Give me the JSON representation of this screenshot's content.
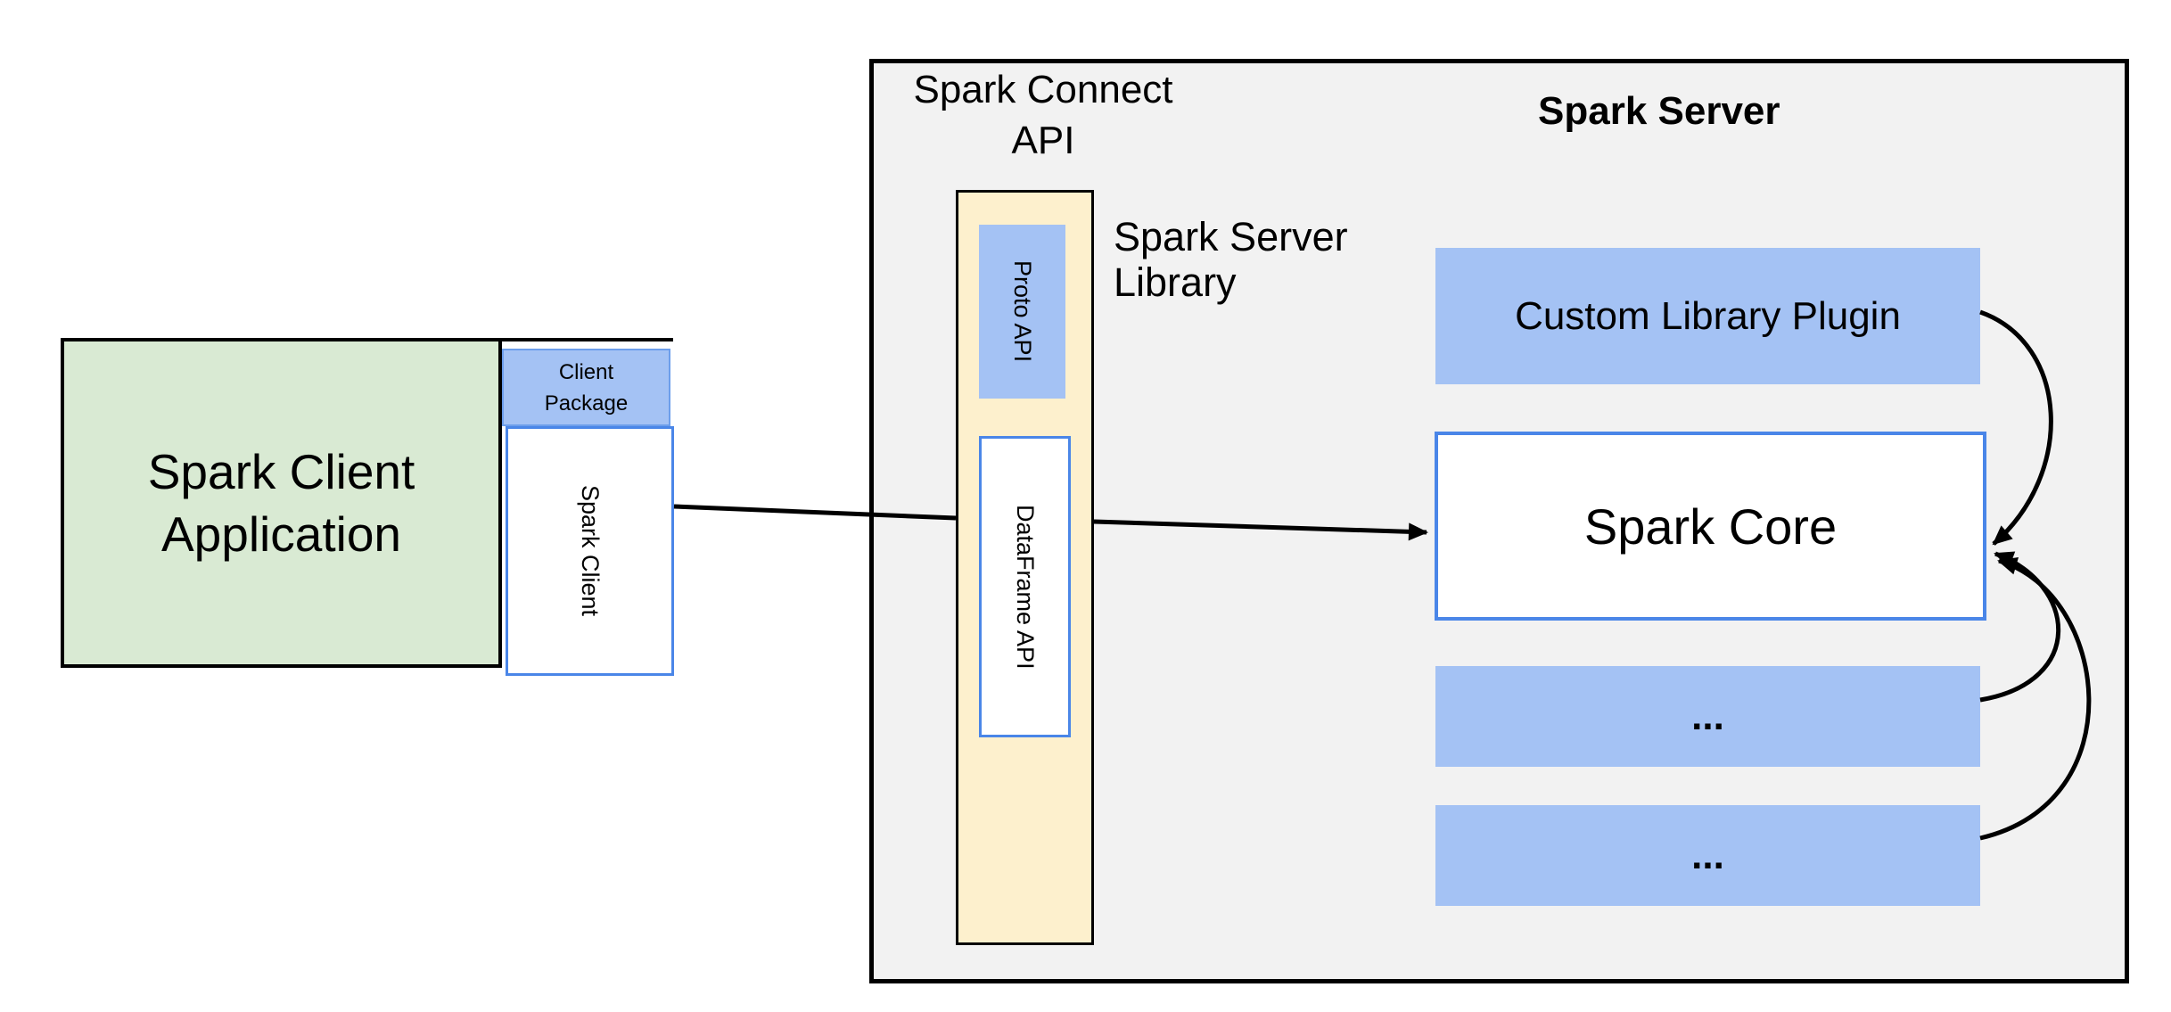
{
  "client": {
    "app_label": "Spark Client\nApplication",
    "package_label": "Client\nPackage",
    "spark_client_label": "Spark Client"
  },
  "connect": {
    "api_label": "Spark Connect\nAPI",
    "proto_label": "Proto API",
    "dataframe_label": "DataFrame API",
    "library_label": "Spark Server\nLibrary"
  },
  "server": {
    "title": "Spark Server",
    "plugin_label": "Custom Library Plugin",
    "core_label": "Spark Core",
    "ellipsis1": "...",
    "ellipsis2": "..."
  },
  "colors": {
    "green": "#d9ead3",
    "blue": "#a4c2f4",
    "yellow": "#fdf0cd",
    "gray": "#f2f2f2",
    "border_blue": "#4a86e8",
    "line_black": "#000000"
  }
}
